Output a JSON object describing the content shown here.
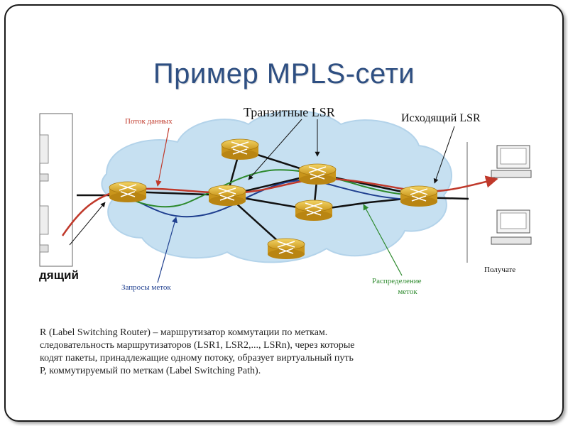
{
  "slide": {
    "title": "Пример MPLS-сети"
  },
  "diagram": {
    "transit_label": "Транзитные LSR",
    "egress_label": "Исходящий LSR",
    "flow_label": "Поток данных",
    "ingress_label": "дящий",
    "requests_label": "Запросы меток",
    "distribution_label_line1": "Распределение",
    "distribution_label_line2": "меток",
    "receiver_label": "Получате"
  },
  "description": {
    "lines": [
      "R (Label Switching Router) – маршрутизатор коммутации по меткам.",
      "следовательность маршрутизаторов (LSR1, LSR2,..., LSRn), через которые",
      "кодят пакеты, принадлежащие одному потоку, образует виртуальный путь",
      "P, коммутируемый по меткам (Label Switching Path)."
    ]
  },
  "colors": {
    "title": "#2e4f82",
    "cloud": "#c6e0f1",
    "router": "#e5b628",
    "flow": "#c0392b",
    "requests": "#1f3f8f",
    "distribution": "#2d8a2d"
  }
}
